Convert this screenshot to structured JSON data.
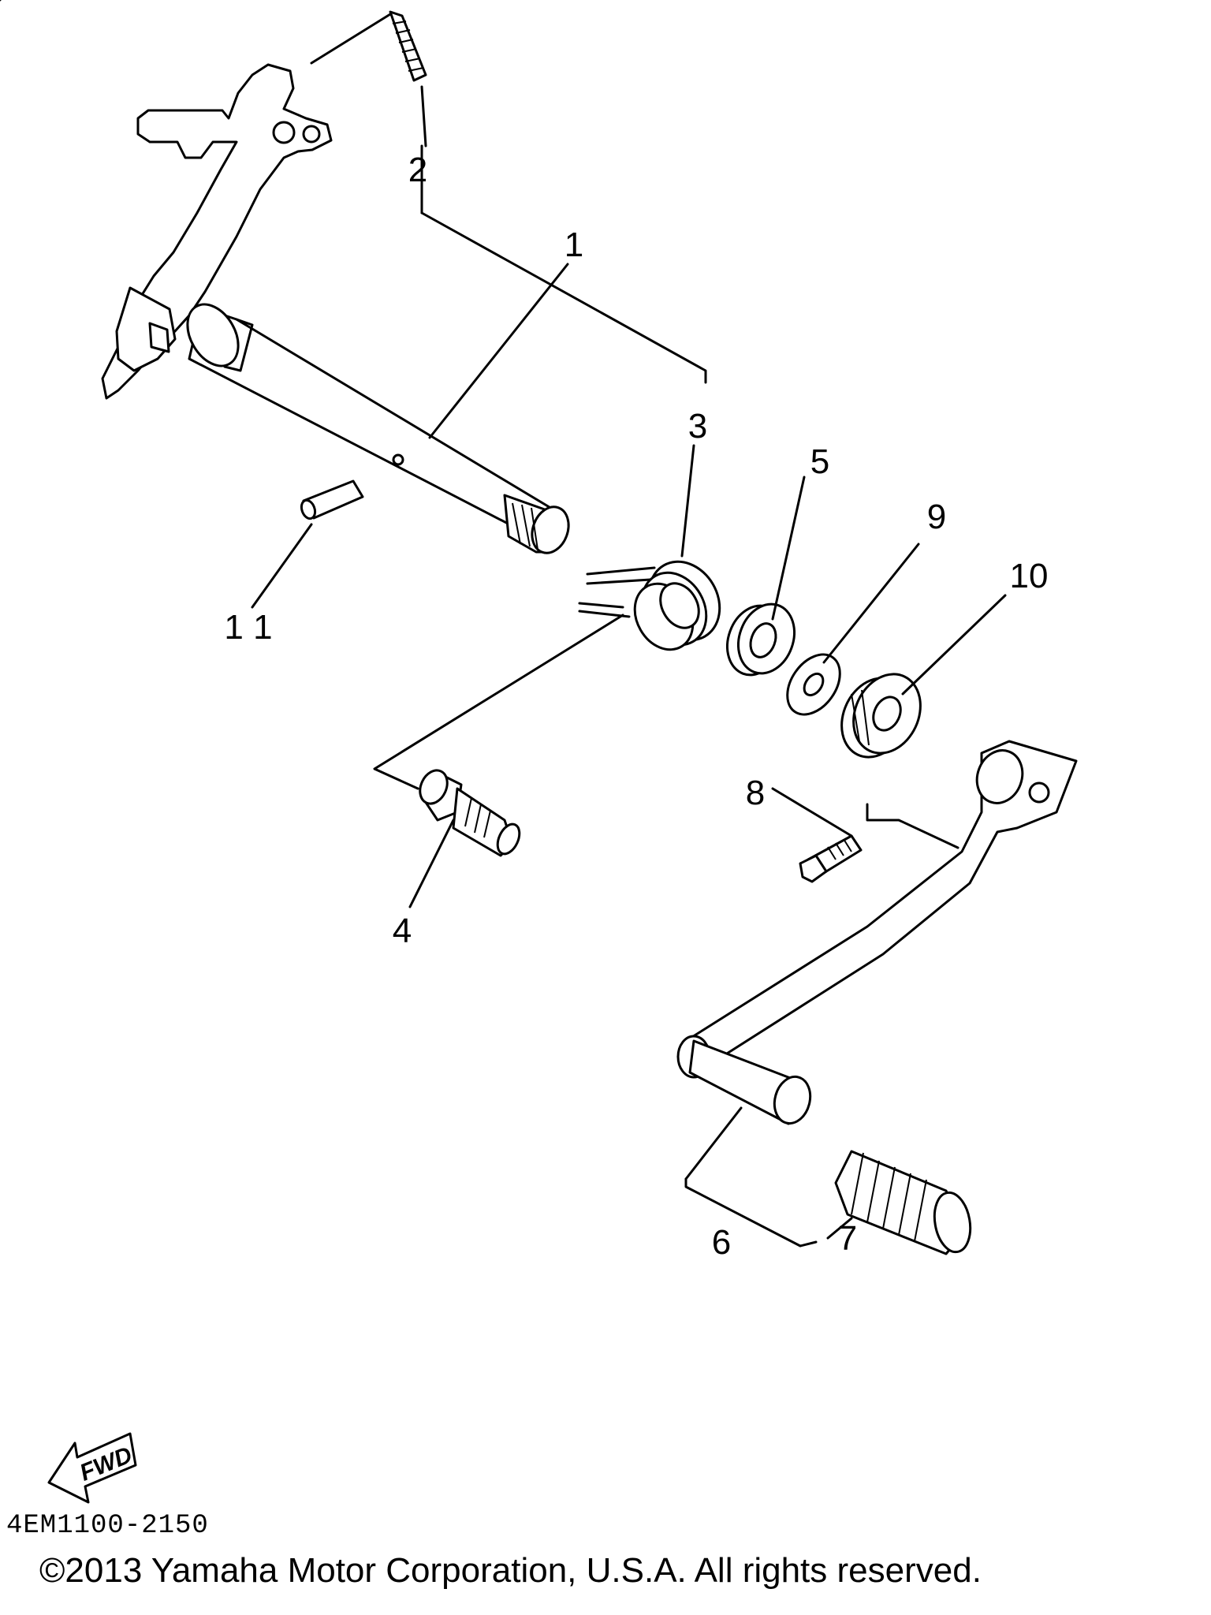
{
  "callouts": {
    "c1": "1",
    "c2": "2",
    "c3": "3",
    "c4": "4",
    "c5": "5",
    "c6": "6",
    "c7": "7",
    "c8": "8",
    "c9": "9",
    "c10": "10",
    "c11": "1 1"
  },
  "direction_arrow": {
    "label": "FWD"
  },
  "drawing_code": "4EM1100-2150",
  "copyright": "©2013 Yamaha Motor Corporation, U.S.A. All rights reserved."
}
